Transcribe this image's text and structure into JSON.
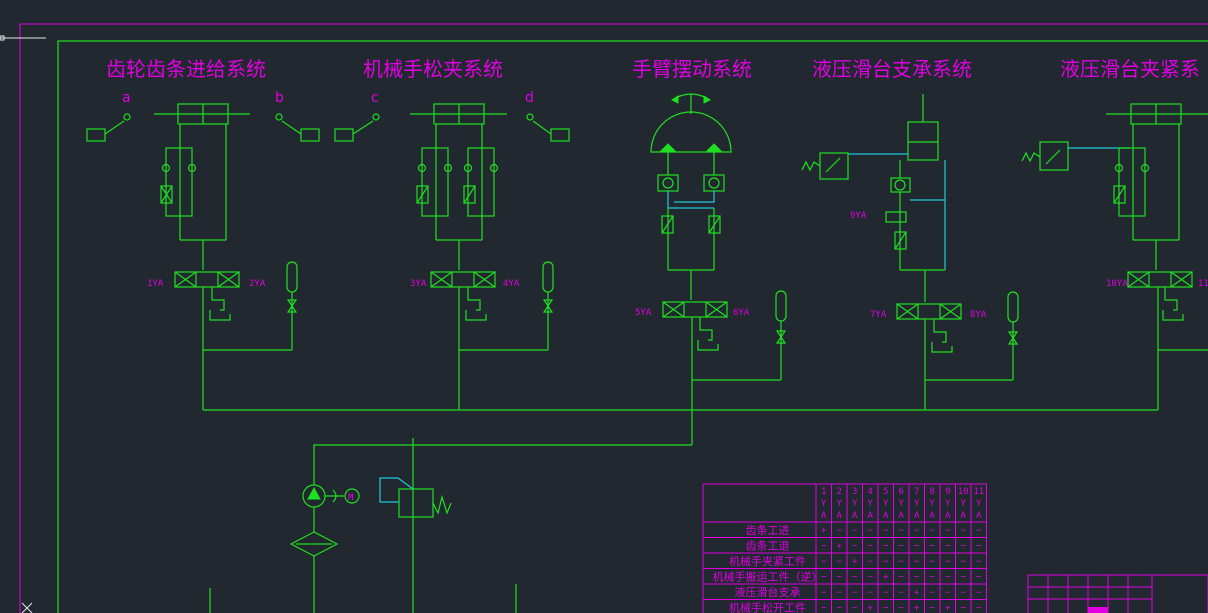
{
  "titles": {
    "rack": "齿轮齿条进给系统",
    "gripper": "机械手松夹系统",
    "arm": "手臂摆动系统",
    "support": "液压滑台支承系统",
    "clamp": "液压滑台夹紧系"
  },
  "switch_labels": [
    "a",
    "b",
    "c",
    "d"
  ],
  "solenoids": {
    "s1": "1YA",
    "s2": "2YA",
    "s3": "3YA",
    "s4": "4YA",
    "s5": "5YA",
    "s6": "6YA",
    "s7": "7YA",
    "s8": "8YA",
    "s9": "9YA",
    "s10": "10YA",
    "s11": "11"
  },
  "motor_label": "M",
  "table": {
    "columns": [
      "1\nY\nA",
      "2\nY\nA",
      "3\nY\nA",
      "4\nY\nA",
      "5\nY\nA",
      "6\nY\nA",
      "7\nY\nA",
      "8\nY\nA",
      "9\nY\nA",
      "10\nY\nA",
      "11\nY\nA"
    ],
    "rows": [
      {
        "label": "齿条工进",
        "cells": [
          "+",
          "−",
          "−",
          "−",
          "−",
          "−",
          "−",
          "−",
          "−",
          "−",
          "−"
        ]
      },
      {
        "label": "齿条工退",
        "cells": [
          "−",
          "+",
          "−",
          "−",
          "−",
          "−",
          "−",
          "−",
          "−",
          "−",
          "−"
        ]
      },
      {
        "label": "机械手夹紧工件",
        "cells": [
          "−",
          "−",
          "+",
          "−",
          "−",
          "−",
          "−",
          "−",
          "−",
          "−",
          "−"
        ]
      },
      {
        "label": "机械手搬运工件（逆）",
        "cells": [
          "−",
          "−",
          "−",
          "−",
          "+",
          "−",
          "−",
          "−",
          "−",
          "−",
          "−"
        ]
      },
      {
        "label": "液压滑台支承",
        "cells": [
          "−",
          "−",
          "−",
          "−",
          "−",
          "−",
          "+",
          "−",
          "−",
          "−",
          "−"
        ]
      },
      {
        "label": "机械手松开工件",
        "cells": [
          "−",
          "−",
          "−",
          "+",
          "−",
          "−",
          "+",
          "−",
          "+",
          "−",
          "−"
        ]
      }
    ]
  },
  "colors": {
    "background": "#212830",
    "line": "#1fe01f",
    "text": "#e100e1",
    "pilot": "#22c8d8"
  }
}
